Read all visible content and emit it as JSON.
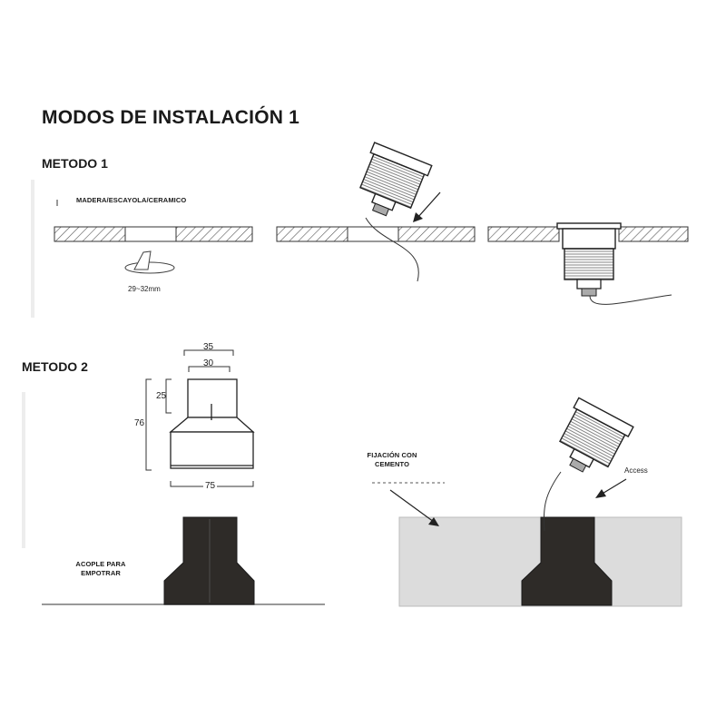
{
  "heading": "MODOS DE INSTALACIÓN 1",
  "method1": {
    "label": "METODO 1",
    "material_label": "MADERA/ESCAYOLA/CERAMICO",
    "hole_size": "29~32mm"
  },
  "method2": {
    "label": "METODO 2",
    "dims": {
      "top_outer": "35",
      "top_inner": "30",
      "neck_height": "25",
      "total_height": "76",
      "base_width": "75"
    },
    "adapter_label_line1": "ACOPLE PARA",
    "adapter_label_line2": "EMPOTRAR",
    "cement_label_line1": "FIJACIÓN CON",
    "cement_label_line2": "CEMENTO",
    "access_label": "Access"
  },
  "colors": {
    "adapter_fill": "#2e2b28",
    "slab_fill": "#dcdcdc",
    "board_hatch": "#555555"
  }
}
